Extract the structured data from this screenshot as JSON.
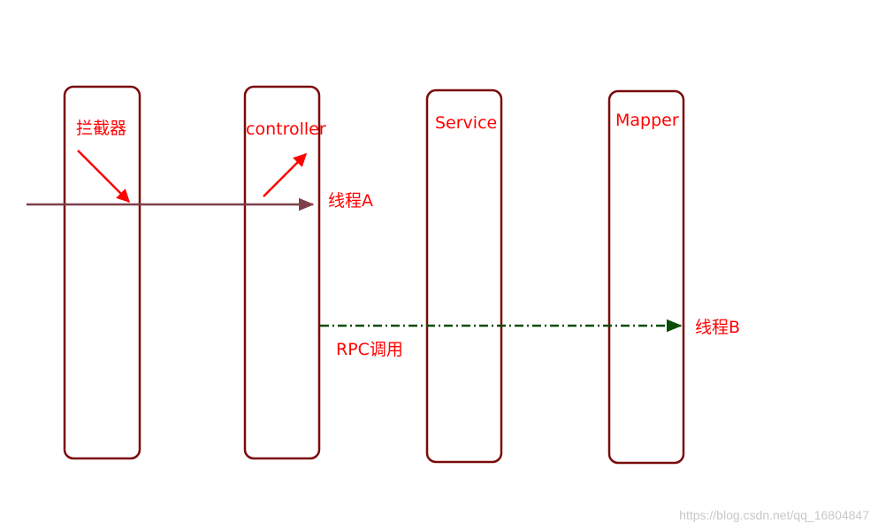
{
  "diagram": {
    "lanes": [
      {
        "label": "拦截器"
      },
      {
        "label": "controller"
      },
      {
        "label": "Service"
      },
      {
        "label": "Mapper"
      }
    ],
    "thread_a_label": "线程A",
    "thread_b_label": "线程B",
    "rpc_label": "RPC调用",
    "watermark": "https://blog.csdn.net/qq_16804847"
  },
  "colors": {
    "lane_border": "#7a0a0a",
    "label_text": "#ff0000",
    "annotation_arrow": "#ff0000",
    "thread_a_arrow": "#7f3f4a",
    "rpc_arrow": "#0b4d0b",
    "watermark_text": "#c8c8c8"
  }
}
